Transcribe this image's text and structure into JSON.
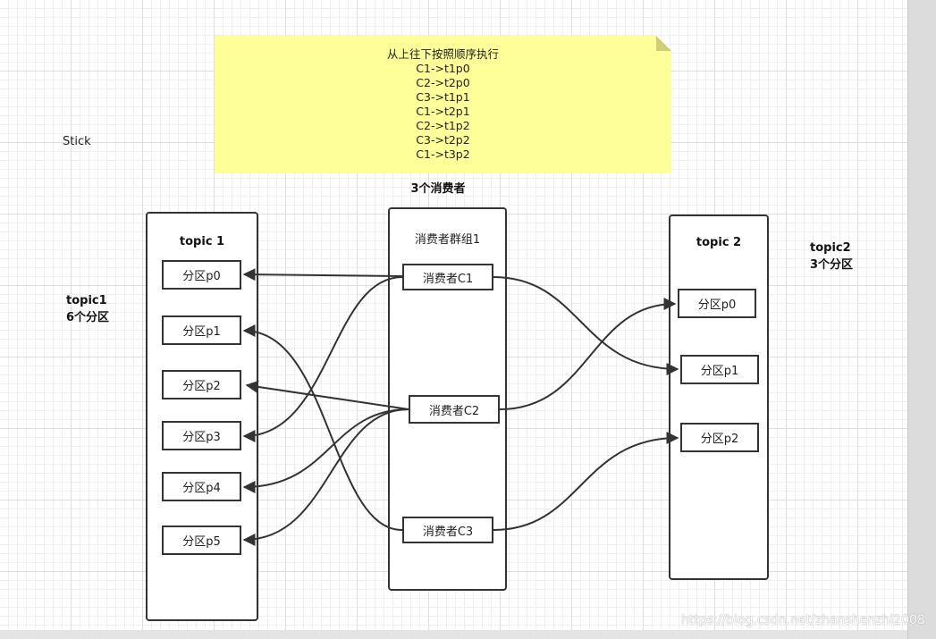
{
  "stick_label": "Stick",
  "note": {
    "lines": [
      "从上往下按照顺序执行",
      "C1->t1p0",
      "C2->t2p0",
      "C3->t1p1",
      "C1->t2p1",
      "C2->t1p2",
      "C3->t2p2",
      "C1->t3p2"
    ]
  },
  "consumers_caption": "3个消费者",
  "topic1": {
    "title": "topic 1",
    "side_label": [
      "topic1",
      "6个分区"
    ],
    "partitions": [
      "分区p0",
      "分区p1",
      "分区p2",
      "分区p3",
      "分区p4",
      "分区p5"
    ]
  },
  "group": {
    "title": "消费者群组1",
    "consumers": [
      "消费者C1",
      "消费者C2",
      "消费者C3"
    ]
  },
  "topic2": {
    "title": "topic 2",
    "side_label": [
      "topic2",
      "3个分区"
    ],
    "partitions": [
      "分区p0",
      "分区p1",
      "分区p2"
    ]
  },
  "watermark": "https://blog.csdn.net/zhanshenzhi2008",
  "colors": {
    "note": "#ffff99",
    "stroke": "#333333",
    "grid": "#dedede"
  }
}
